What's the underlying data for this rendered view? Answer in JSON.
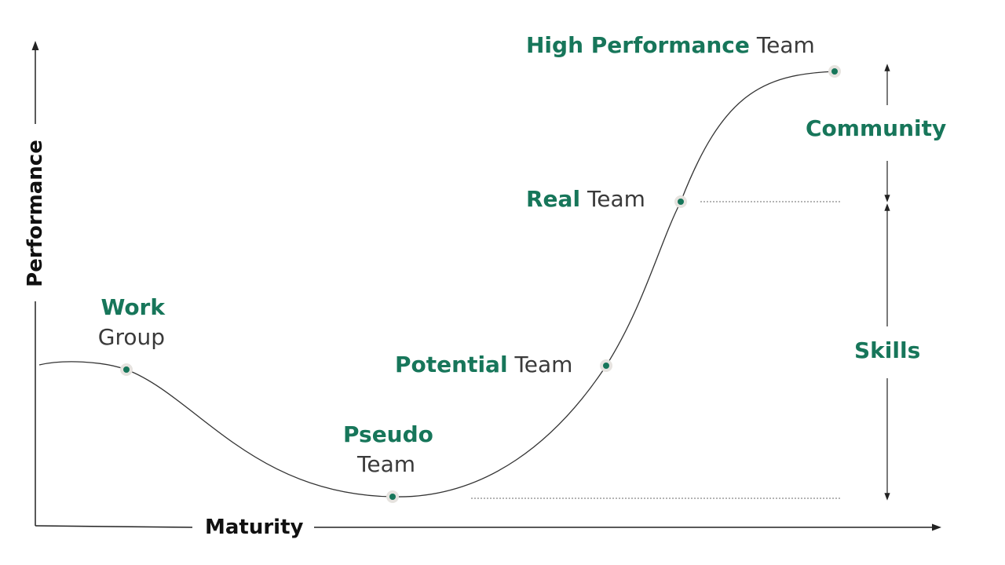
{
  "colors": {
    "accent": "#17765a",
    "curve": "#333333",
    "marker_halo": "#e6e3df"
  },
  "axes": {
    "x_label": "Maturity",
    "y_label": "Performance"
  },
  "stages": [
    {
      "bold": "Work",
      "rest": "Group"
    },
    {
      "bold": "Pseudo",
      "rest": "Team"
    },
    {
      "bold": "Potential",
      "rest": "Team"
    },
    {
      "bold": "Real",
      "rest": "Team"
    },
    {
      "bold": "High Performance",
      "rest": "Team"
    }
  ],
  "brackets": {
    "upper": "Community",
    "lower": "Skills"
  }
}
